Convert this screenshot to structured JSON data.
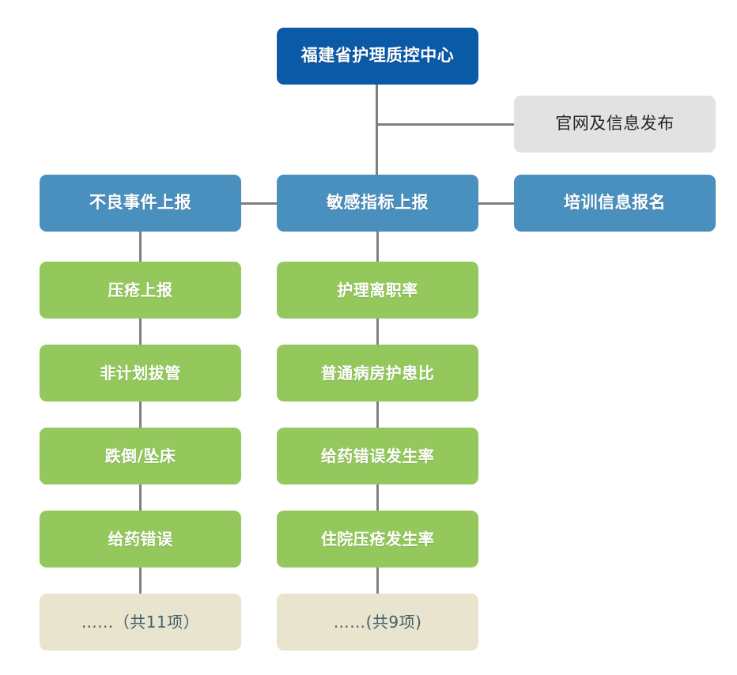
{
  "diagram": {
    "title_node": {
      "label": "福建省护理质控中心",
      "color": "#0b5aa8"
    },
    "side_note": {
      "label": "官网及信息发布",
      "color": "#e2e2e2"
    },
    "branches": [
      {
        "label": "不良事件上报",
        "color": "#4a90bf",
        "children": [
          {
            "label": "压疮上报",
            "color": "#94c85c"
          },
          {
            "label": "非计划拔管",
            "color": "#94c85c"
          },
          {
            "label": "跌倒/坠床",
            "color": "#94c85c"
          },
          {
            "label": "给药错误",
            "color": "#94c85c"
          }
        ],
        "more": {
          "label": "……（共11项）",
          "color": "#e8e4cd"
        }
      },
      {
        "label": "敏感指标上报",
        "color": "#4a90bf",
        "children": [
          {
            "label": "护理离职率",
            "color": "#94c85c"
          },
          {
            "label": "普通病房护患比",
            "color": "#94c85c"
          },
          {
            "label": "给药错误发生率",
            "color": "#94c85c"
          },
          {
            "label": "住院压疮发生率",
            "color": "#94c85c"
          }
        ],
        "more": {
          "label": "……(共9项)",
          "color": "#e8e4cd"
        }
      },
      {
        "label": "培训信息报名",
        "color": "#4a90bf",
        "children": [],
        "more": null
      }
    ],
    "connector_color": "#7f7f7f"
  }
}
